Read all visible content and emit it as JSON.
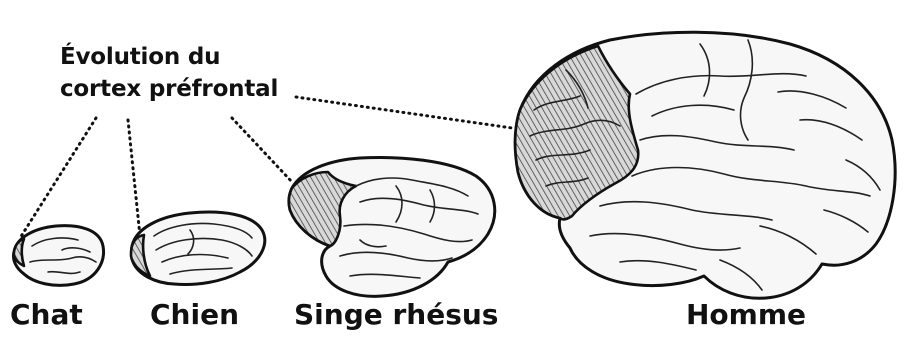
{
  "title": {
    "line1": "Évolution du",
    "line2": "cortex préfrontal"
  },
  "species": [
    {
      "id": "cat",
      "label": "Chat"
    },
    {
      "id": "dog",
      "label": "Chien"
    },
    {
      "id": "monkey",
      "label": "Singe rhésus"
    },
    {
      "id": "human",
      "label": "Homme"
    }
  ],
  "colors": {
    "outline": "#111111",
    "brain_fill": "#f7f7f7",
    "hatch": "#555555",
    "background": "#ffffff"
  }
}
